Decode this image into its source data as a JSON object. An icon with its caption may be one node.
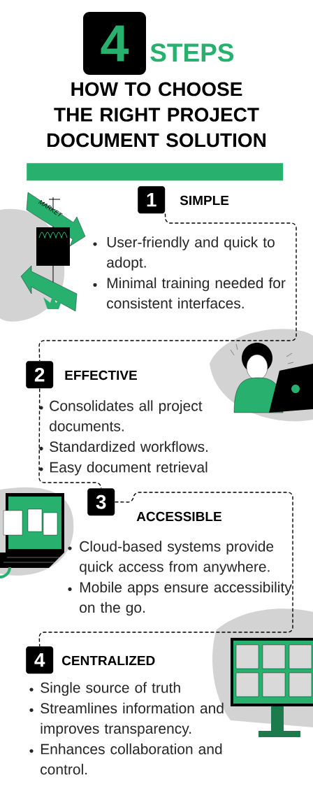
{
  "diagram": {
    "title": "HOW TO CHOOSE THE RIGHT PROJECT DOCUMENT SOLUTION",
    "nodes": [
      {
        "text": [
          "4"
        ],
        "beside": [
          "STEPS"
        ]
      },
      {
        "text": [],
        "shape": "bar"
      },
      {
        "text": [
          "1"
        ],
        "beside": [
          "SIMPLE",
          "User-friendly and quick to adopt.",
          "Minimal training needed for consistent interfaces."
        ]
      },
      {
        "text": [
          "2"
        ],
        "beside": [
          "EFFECTIVE",
          "Consolidates all project documents.",
          "Standardized workflows.",
          "Easy document retrieval"
        ]
      },
      {
        "text": [
          "3"
        ],
        "beside": [
          "ACCESSIBLE",
          "Cloud-based systems provide quick access from anywhere.",
          "Mobile apps ensure accessibility on the go."
        ]
      },
      {
        "text": [
          "4"
        ],
        "beside": [
          "CENTRALIZED",
          "Single source of truth",
          "Streamlines information and improves transparency.",
          "Enhances collaboration and control."
        ]
      }
    ],
    "edges": [
      {
        "from": 2,
        "to": 3,
        "arrow": "none",
        "style": "dashed"
      },
      {
        "from": 3,
        "to": 4,
        "arrow": "none",
        "style": "dashed"
      },
      {
        "from": 4,
        "to": 5,
        "arrow": "none",
        "style": "dashed"
      }
    ],
    "labels": [
      "MARKET"
    ]
  }
}
